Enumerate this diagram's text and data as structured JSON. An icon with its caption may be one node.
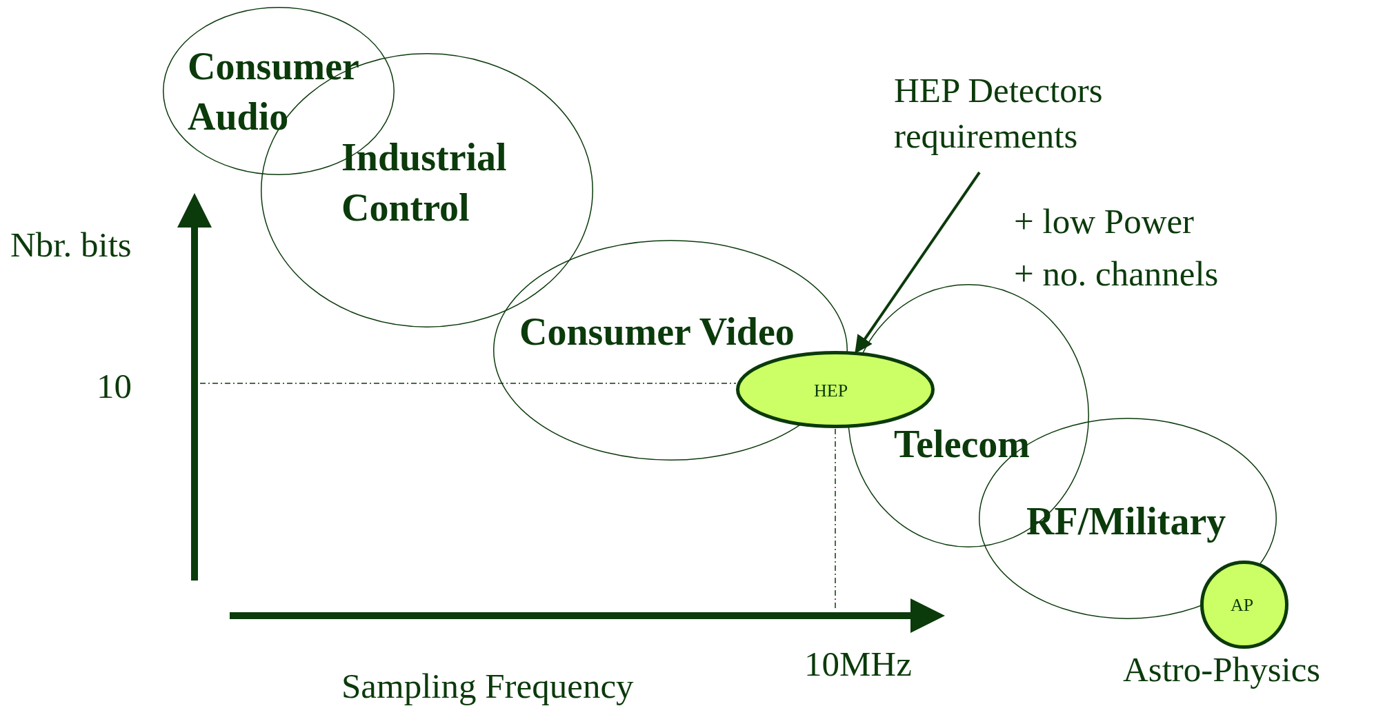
{
  "diagram": {
    "nodes": [
      {
        "text": [
          "Consumer Audio"
        ]
      },
      {
        "text": [
          "HEP Detectors requirements"
        ]
      },
      {
        "text": [
          "Industrial Control"
        ]
      },
      {
        "text": [
          "Consumer Video"
        ]
      },
      {
        "text": [
          "HEP"
        ]
      },
      {
        "text": [
          "Telecom"
        ]
      },
      {
        "text": [
          "RF/Military"
        ]
      },
      {
        "text": [
          "AP"
        ],
        "beside": [
          "Astro-Physics"
        ]
      }
    ],
    "edges": [
      {
        "from": 1,
        "to": 4,
        "arrow": "to"
      }
    ],
    "labels": [
      "+ low Power",
      "Nbr. bits",
      "+ no. channels",
      "10",
      "10MHz",
      "Sampling Frequency"
    ]
  }
}
